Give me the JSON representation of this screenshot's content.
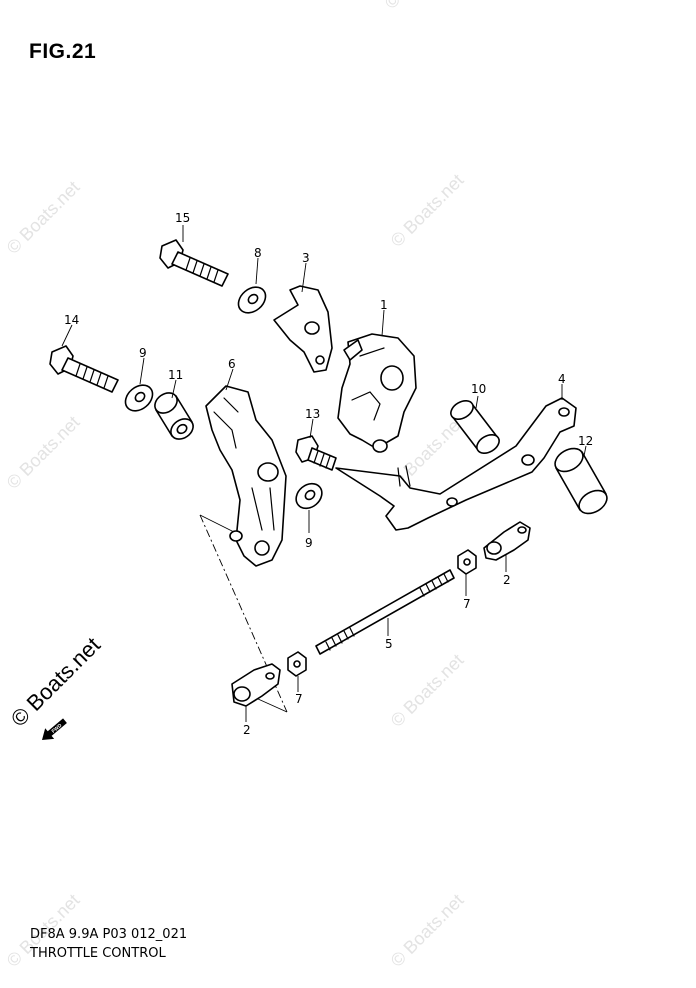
{
  "figure": {
    "title": "FIG.21",
    "code": "DF8A 9.9A P03 012_021",
    "name": "THROTTLE CONTROL"
  },
  "watermark": {
    "text": "© Boats.net",
    "brand": "© Boats.net"
  },
  "fwd_label": "FWD",
  "callouts": [
    "1",
    "2",
    "2",
    "3",
    "4",
    "5",
    "6",
    "7",
    "7",
    "8",
    "9",
    "9",
    "10",
    "11",
    "12",
    "13",
    "14",
    "15"
  ]
}
